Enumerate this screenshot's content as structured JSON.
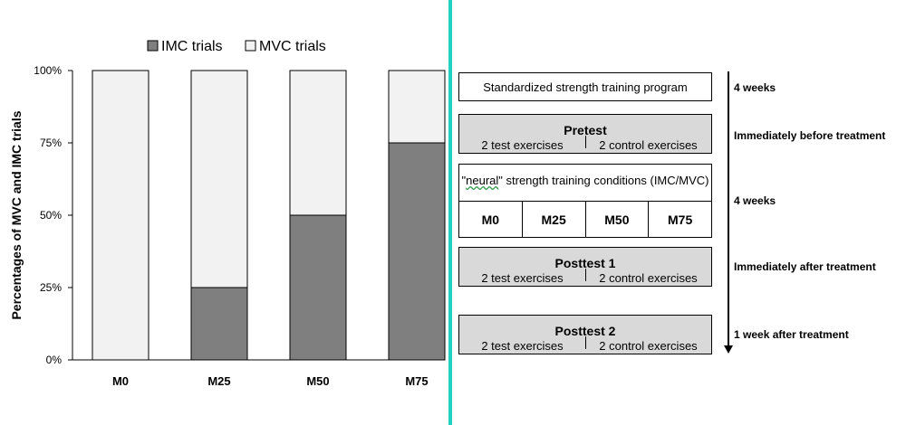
{
  "chart_data": {
    "type": "bar",
    "stacked": true,
    "categories": [
      "M0",
      "M25",
      "M50",
      "M75"
    ],
    "series": [
      {
        "name": "IMC trials",
        "values": [
          0,
          25,
          50,
          75
        ],
        "color": "#7f7f7f"
      },
      {
        "name": "MVC trials",
        "values": [
          100,
          75,
          50,
          25
        ],
        "color": "#f2f2f2"
      }
    ],
    "ylabel": "Percentages of MVC and IMC trials",
    "ylim": [
      0,
      100
    ],
    "yticks": [
      "0%",
      "25%",
      "50%",
      "75%",
      "100%"
    ],
    "yticks_values": [
      0,
      25,
      50,
      75,
      100
    ],
    "grid": false,
    "legend_position": "top"
  },
  "design": {
    "program_box": "Standardized strength training program",
    "pretest": {
      "title": "Pretest",
      "left": "2  test exercises",
      "right": "2  control exercises"
    },
    "conditions": {
      "label_prefix": "\"",
      "label_word": "neural",
      "label_suffix": "\" strength training conditions (IMC/MVC)",
      "items": [
        "M0",
        "M25",
        "M50",
        "M75"
      ]
    },
    "posttest1": {
      "title": "Posttest 1",
      "left": "2  test exercises",
      "right": "2  control exercises"
    },
    "posttest2": {
      "title": "Posttest 2",
      "left": "2  test exercises",
      "right": "2  control exercises"
    },
    "durations": [
      "4 weeks",
      "Immediately  before treatment",
      "4 weeks",
      "Immediately  after treatment",
      "1 week after treatment"
    ]
  }
}
